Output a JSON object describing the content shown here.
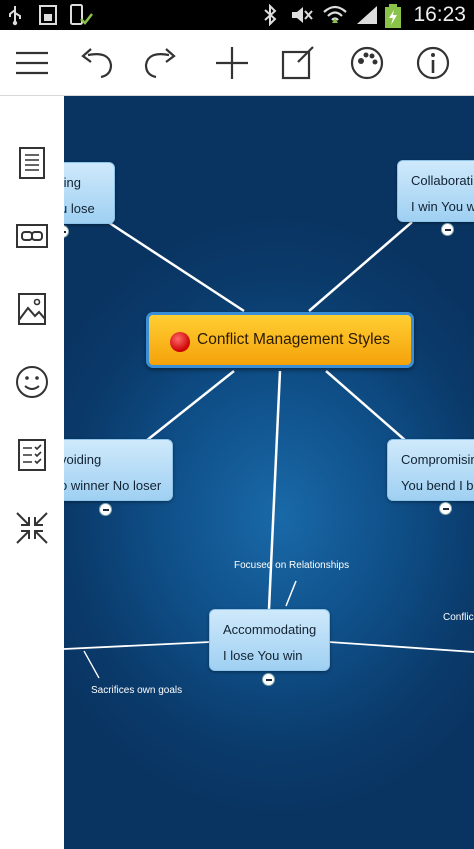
{
  "status_bar": {
    "time": "16:23"
  },
  "toolbar": {
    "menu": "menu-icon",
    "undo": "undo-icon",
    "redo": "redo-icon",
    "add": "add-icon",
    "edit": "edit-icon",
    "theme": "palette-icon",
    "info": "info-icon"
  },
  "sidebar": [
    "notes-icon",
    "link-icon",
    "image-icon",
    "emoji-icon",
    "task-list-icon",
    "collapse-arrows-icon"
  ],
  "map": {
    "central": {
      "title": "Conflict Management Styles"
    },
    "nodes": {
      "competing": {
        "line1": "ting",
        "line2": "u lose"
      },
      "collaborating": {
        "line1": "Collaborati",
        "line2": "I win You w"
      },
      "avoiding": {
        "line1": "voiding",
        "line2": "o winner No loser"
      },
      "compromising": {
        "line1": "Compromisin",
        "line2": "You bend I be"
      },
      "accommodating": {
        "line1": "Accommodating",
        "line2": "I lose You win"
      }
    },
    "labels": {
      "relationships": "Focused on Relationships",
      "sacrifices": "Sacrifices own goals",
      "conflict": "Conflic"
    }
  }
}
